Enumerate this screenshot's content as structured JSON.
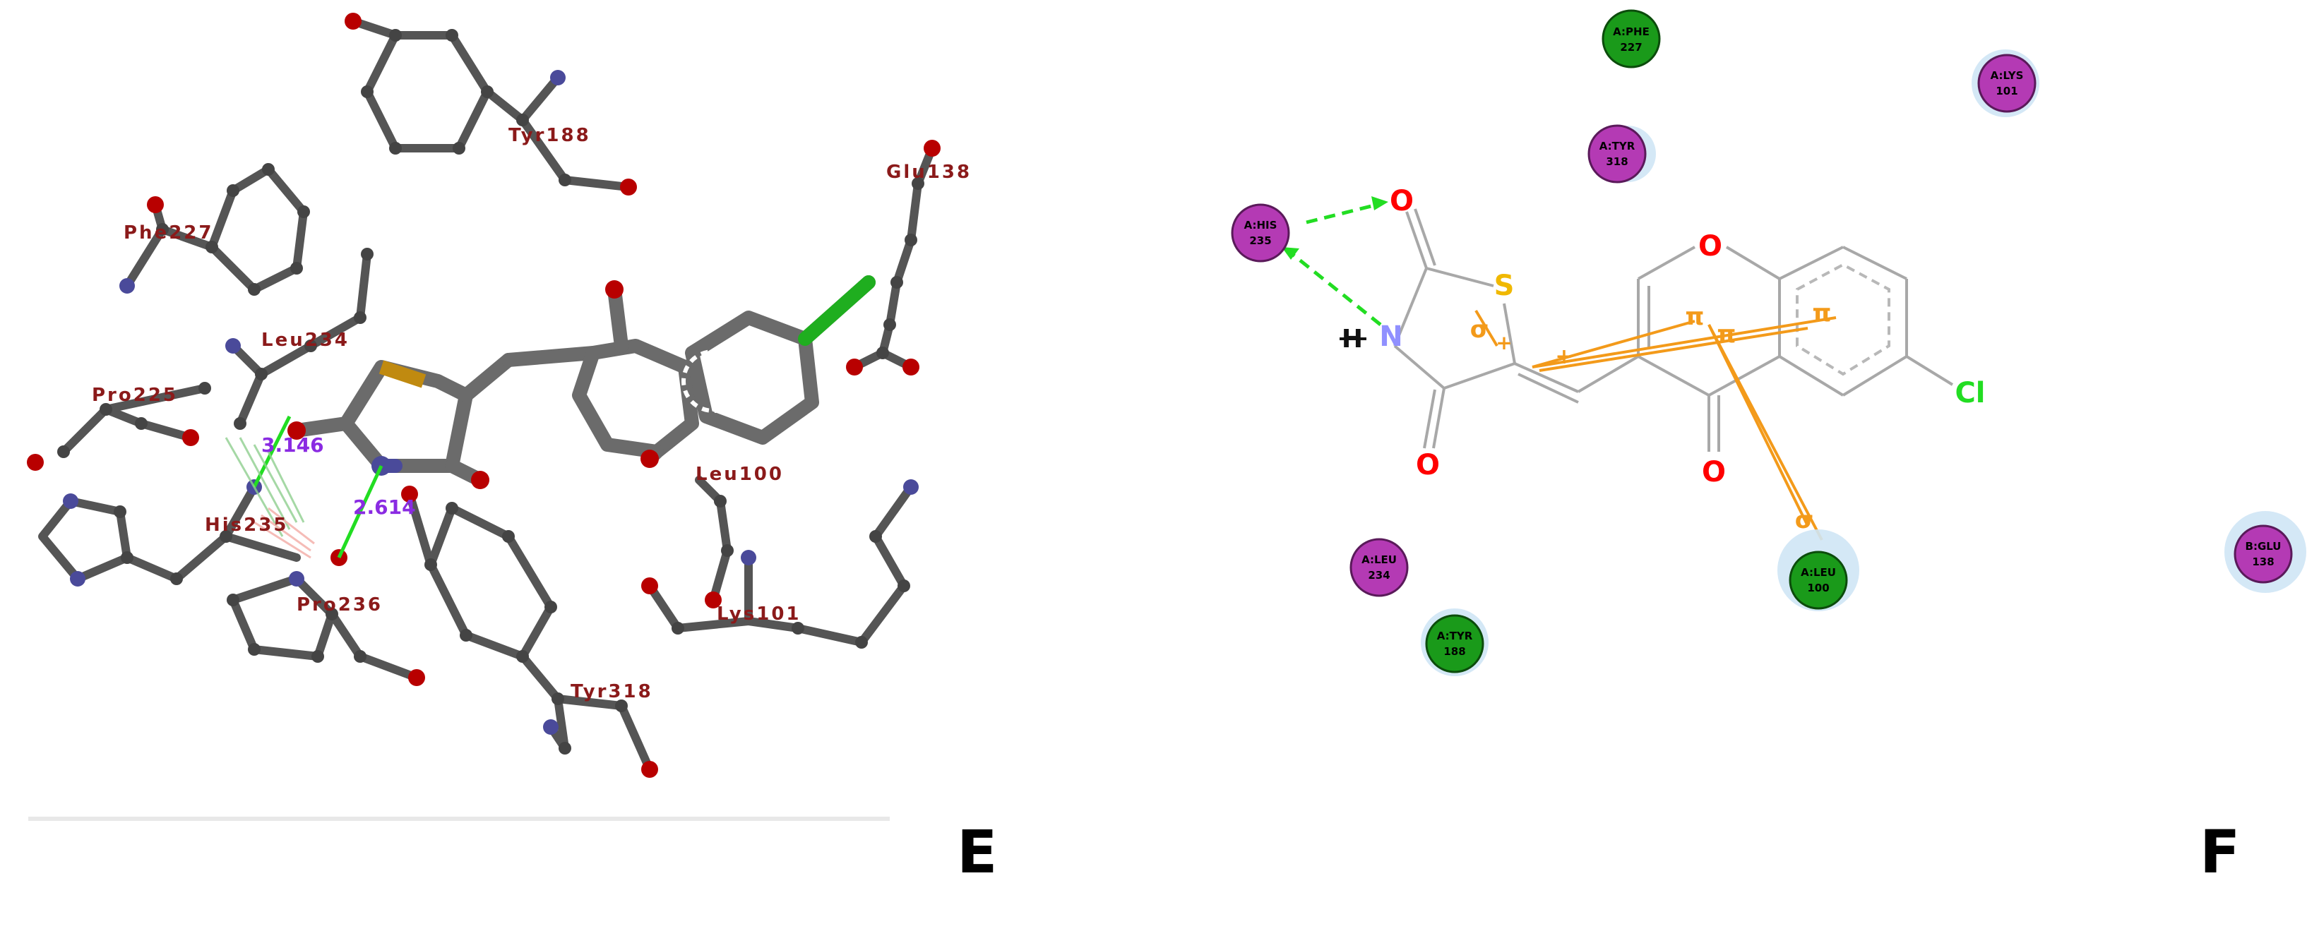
{
  "panels": {
    "left": {
      "letter": "E",
      "residue_labels": {
        "tyr188": "Tyr188",
        "phe227": "Phe227",
        "leu234": "Leu234",
        "pro225": "Pro225",
        "his235": "His235",
        "pro236": "Pro236",
        "tyr318": "Tyr318",
        "leu100": "Leu100",
        "lys101": "Lys101",
        "glu138": "Glu138"
      },
      "distances": {
        "d1": "3.146",
        "d2": "2.614"
      }
    },
    "right": {
      "letter": "F",
      "atoms": {
        "o_top": "O",
        "s": "S",
        "n": "N",
        "o_bottom_left": "O",
        "o_ring": "O",
        "o_ketone": "O",
        "cl": "Cl",
        "h": "H"
      },
      "interaction_labels": {
        "pi1": "π",
        "pi2": "π",
        "pi3": "π",
        "sigma1": "σ",
        "sigma2": "σ"
      },
      "residues": [
        {
          "id": "phe227",
          "chain": "A:PHE",
          "num": "227",
          "type": "vdw"
        },
        {
          "id": "lys101",
          "chain": "A:LYS",
          "num": "101",
          "type": "electrostatic"
        },
        {
          "id": "tyr318",
          "chain": "A:TYR",
          "num": "318",
          "type": "electrostatic"
        },
        {
          "id": "his235",
          "chain": "A:HIS",
          "num": "235",
          "type": "electrostatic"
        },
        {
          "id": "leu234",
          "chain": "A:LEU",
          "num": "234",
          "type": "electrostatic"
        },
        {
          "id": "tyr188",
          "chain": "A:TYR",
          "num": "188",
          "type": "vdw"
        },
        {
          "id": "leu100",
          "chain": "A:LEU",
          "num": "100",
          "type": "vdw"
        },
        {
          "id": "glu138",
          "chain": "B:GLU",
          "num": "138",
          "type": "electrostatic"
        }
      ]
    }
  },
  "colors": {
    "stick": "#6b6b6b",
    "oxygen": "#b80000",
    "nitrogen": "#4a4a9a",
    "sulfur": "#c08a10",
    "chlorine": "#1fae1f",
    "residue_label": "#8b1a1a",
    "distance": "#8a2be2",
    "hbond": "#22dd22",
    "pi_line": "#f39a1a",
    "purple_residue": "#b43ab4",
    "green_residue": "#1a9a1a",
    "halo": "#cfe6f5"
  }
}
